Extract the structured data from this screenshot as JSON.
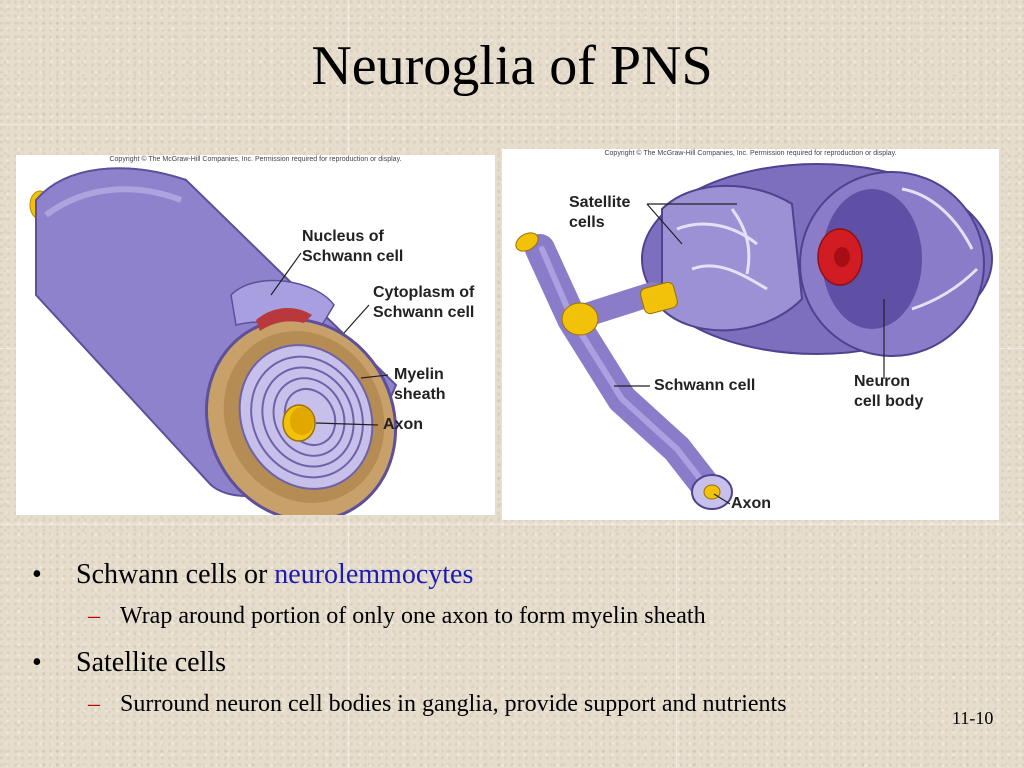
{
  "title": "Neuroglia of PNS",
  "left_figure": {
    "copyright": "Copyright © The McGraw-Hill Companies, Inc. Permission required for reproduction or display.",
    "labels": {
      "nucleus": "Nucleus of\nSchwann cell",
      "cytoplasm": "Cytoplasm of\nSchwann cell",
      "myelin": "Myelin\nsheath",
      "axon": "Axon"
    }
  },
  "right_figure": {
    "copyright": "Copyright © The McGraw-Hill Companies, Inc. Permission required for reproduction or display.",
    "labels": {
      "satellite": "Satellite\ncells",
      "schwann": "Schwann cell",
      "neuron": "Neuron\ncell body",
      "axon": "Axon"
    }
  },
  "bullets": [
    {
      "text": "Schwann cells or ",
      "highlight": "neurolemmocytes",
      "sub": "Wrap around portion of only one axon to form myelin sheath"
    },
    {
      "text": "Satellite cells",
      "highlight": "",
      "sub": "Surround neuron cell bodies in ganglia, provide support and nutrients"
    }
  ],
  "bullet_symbol": "•",
  "sub_bullet_symbol": "–",
  "slide_number": "11-10",
  "colors": {
    "background": "#e6ddcd",
    "highlight": "#1a1ab8",
    "sub_bullet": "#c00000",
    "cell_purple": "#8e80c8",
    "axon_yellow": "#f2c20a"
  }
}
